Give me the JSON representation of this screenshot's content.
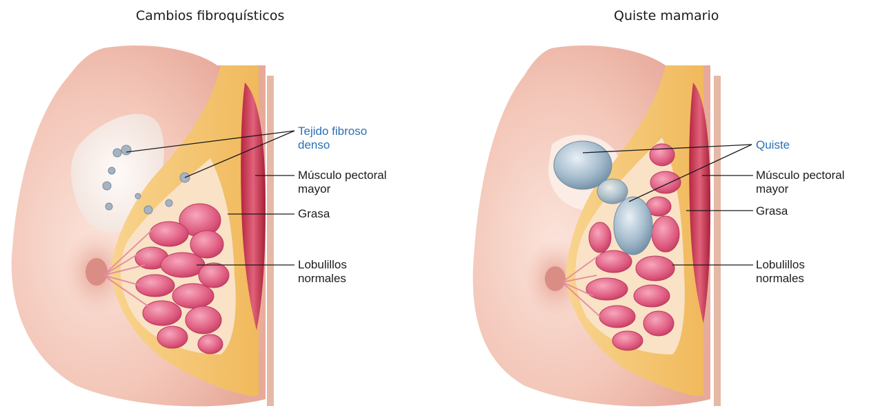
{
  "panels": [
    {
      "title": "Cambios fibroquísticos",
      "labels": {
        "fibrous": [
          "Tejido fibroso",
          "denso"
        ],
        "muscle": [
          "Músculo pectoral",
          "mayor"
        ],
        "fat": [
          "Grasa"
        ],
        "lobules": [
          "Lobulillos",
          "normales"
        ]
      }
    },
    {
      "title": "Quiste mamario",
      "labels": {
        "cyst": [
          "Quiste"
        ],
        "muscle": [
          "Músculo pectoral",
          "mayor"
        ],
        "fat": [
          "Grasa"
        ],
        "lobules": [
          "Lobulillos",
          "normales"
        ]
      }
    }
  ],
  "colors": {
    "highlight_label": "#2b6fb7",
    "skin": "#f3c9bd",
    "fat": "#f6c66e",
    "lobule": "#df5c80",
    "muscle": "#c5324f",
    "cyst": "#9fb6c6"
  }
}
